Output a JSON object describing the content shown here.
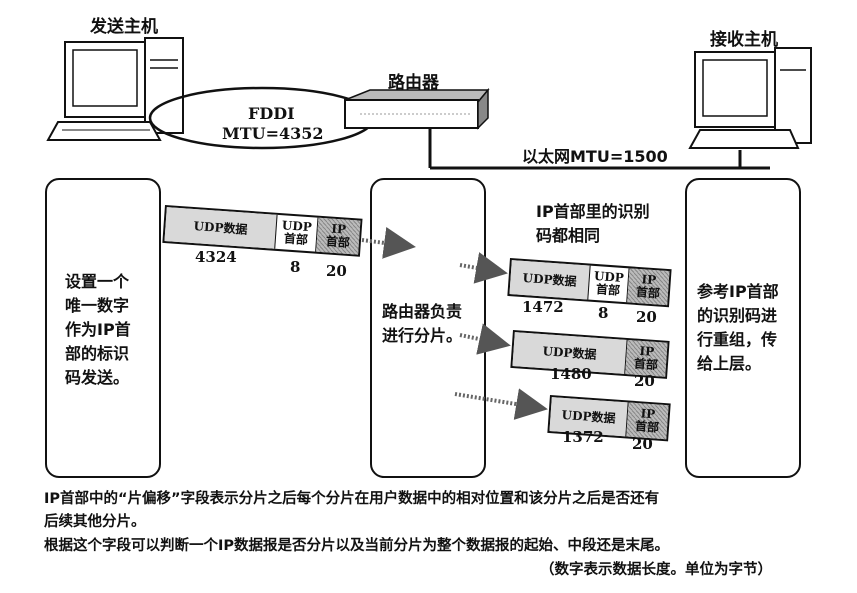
{
  "hosts": {
    "sender_label": "发送主机",
    "receiver_label": "接收主机",
    "router_label": "路由器"
  },
  "links": {
    "fddi": "FDDI",
    "fddi_mtu": "MTU=4352",
    "ethernet": "以太网MTU=1500"
  },
  "sender_box": {
    "lines": [
      "设置一个",
      "唯一数字",
      "作为IP首",
      "部的标识",
      "码发送。"
    ]
  },
  "router_box": {
    "lines": [
      "路由器负责",
      "进行分片。"
    ]
  },
  "receiver_box": {
    "lines": [
      "参考IP首部",
      "的识别码进",
      "行重组，传",
      "给上层。"
    ]
  },
  "id_note": {
    "lines": [
      "IP首部里的识别",
      "码都相同"
    ]
  },
  "original_packet": {
    "data_label": "UDP数据",
    "udp_label": "UDP\n首部",
    "ip_label": "IP\n首部",
    "data_len": "4324",
    "udp_len": "8",
    "ip_len": "20"
  },
  "fragments": [
    {
      "data_label": "UDP数据",
      "udp_label": "UDP\n首部",
      "ip_label": "IP\n首部",
      "data_len": "1472",
      "udp_len": "8",
      "ip_len": "20"
    },
    {
      "data_label": "UDP数据",
      "ip_label": "IP\n首部",
      "data_len": "1480",
      "ip_len": "20"
    },
    {
      "data_label": "UDP数据",
      "ip_label": "IP\n首部",
      "data_len": "1372",
      "ip_len": "20"
    }
  ],
  "footer": {
    "line1": "IP首部中的“片偏移”字段表示分片之后每个分片在用户数据中的相对位置和该分片之后是否还有",
    "line2": "后续其他分片。",
    "line3": "根据这个字段可以判断一个IP数据报是否分片以及当前分片为整个数据报的起始、中段还是末尾。",
    "line4": "（数字表示数据长度。单位为字节）"
  }
}
